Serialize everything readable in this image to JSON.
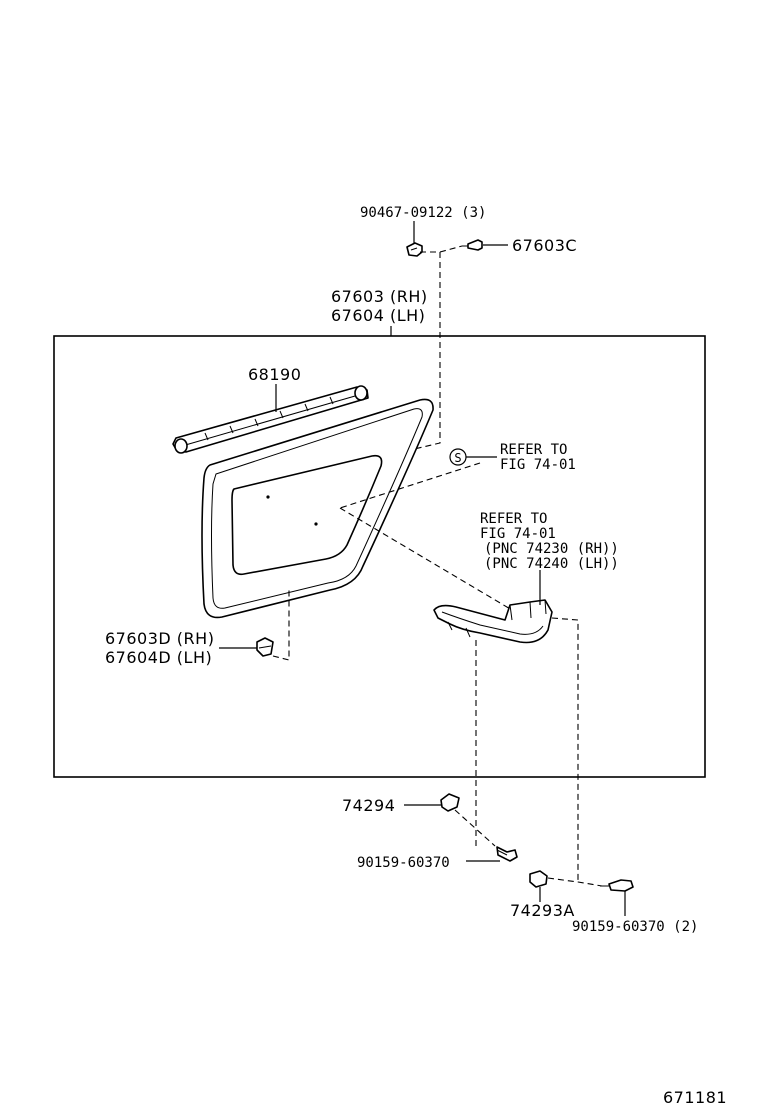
{
  "labels": {
    "p90467": "90467-09122 (3)",
    "p67603c": "67603C",
    "p67603rh": "67603 (RH)",
    "p67604lh": "67604 (LH)",
    "p68190": "68190",
    "refer1_line1": "REFER TO",
    "refer1_line2": "FIG 74-01",
    "refer1_symbol": "S",
    "refer2_line1": "REFER TO",
    "refer2_line2": "FIG 74-01",
    "refer2_line3": "(PNC 74230 (RH))",
    "refer2_line4": "(PNC 74240 (LH))",
    "p67603d": "67603D (RH)",
    "p67604d": "67604D (LH)",
    "p74294": "74294",
    "p90159a": "90159-60370",
    "p74293a": "74293A",
    "p90159b": "90159-60370 (2)",
    "figure_id": "671181"
  }
}
